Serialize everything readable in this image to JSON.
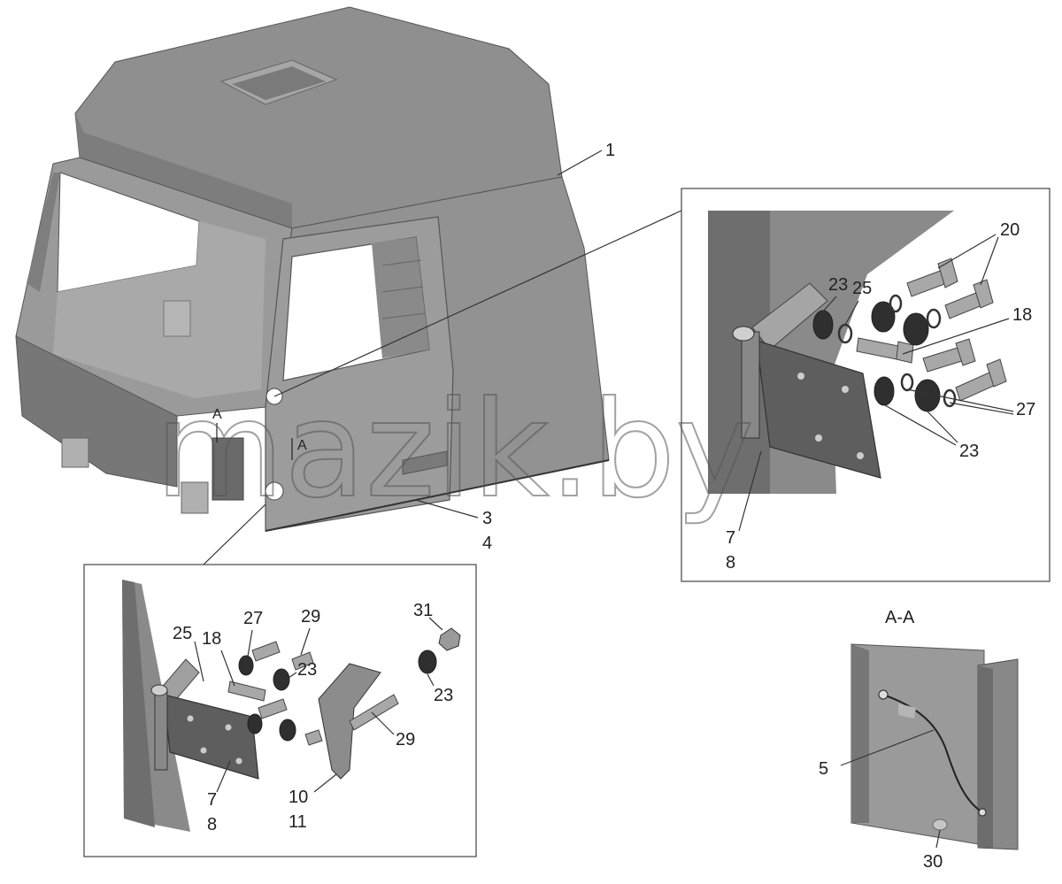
{
  "section_title": "А-А",
  "section_mark": "А",
  "watermark": "mazik.by",
  "labels": {
    "l1": "1",
    "l3": "3",
    "l4": "4",
    "r20": "20",
    "r23a": "23",
    "r25": "25",
    "r18": "18",
    "r27": "27",
    "r23b": "23",
    "r7": "7",
    "r8": "8",
    "b27": "27",
    "b29a": "29",
    "b25": "25",
    "b18": "18",
    "b23a": "23",
    "b31": "31",
    "b23b": "23",
    "b29b": "29",
    "b7": "7",
    "b8": "8",
    "b10": "10",
    "b11": "11",
    "s5": "5",
    "s30": "30"
  },
  "colors": {
    "body": "#8e8e8e",
    "body_dark": "#6f6f6f",
    "body_light": "#b4b4b4",
    "line": "#333333"
  }
}
